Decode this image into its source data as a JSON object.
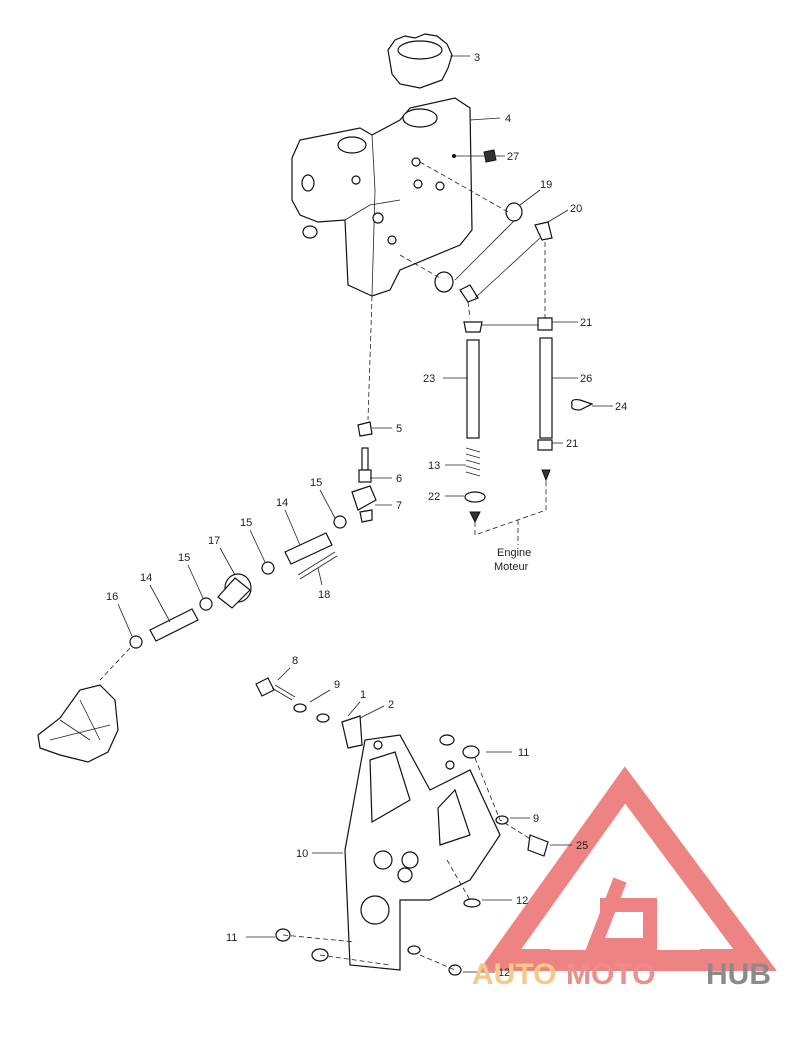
{
  "callouts": {
    "c1": "1",
    "c2": "2",
    "c3": "3",
    "c4": "4",
    "c5": "5",
    "c6": "6",
    "c7": "7",
    "c8": "8",
    "c9a": "9",
    "c9b": "9",
    "c10": "10",
    "c11a": "11",
    "c11b": "11",
    "c12a": "12",
    "c12b": "12",
    "c13": "13",
    "c14a": "14",
    "c14b": "14",
    "c15a": "15",
    "c15b": "15",
    "c15c": "15",
    "c16": "16",
    "c17": "17",
    "c18": "18",
    "c19": "19",
    "c20": "20",
    "c21a": "21",
    "c21b": "21",
    "c22": "22",
    "c23": "23",
    "c24": "24",
    "c25": "25",
    "c26": "26",
    "c27": "27"
  },
  "engine_label": {
    "line1": "Engine",
    "line2": "Moteur"
  },
  "watermark": {
    "part1": "AUTO",
    "part2": "MOTO",
    "part3": "HUB"
  },
  "colors": {
    "watermark_red": "#e85a5a",
    "watermark_orange": "#f4c98a",
    "watermark_gray": "#8a8a8a"
  }
}
